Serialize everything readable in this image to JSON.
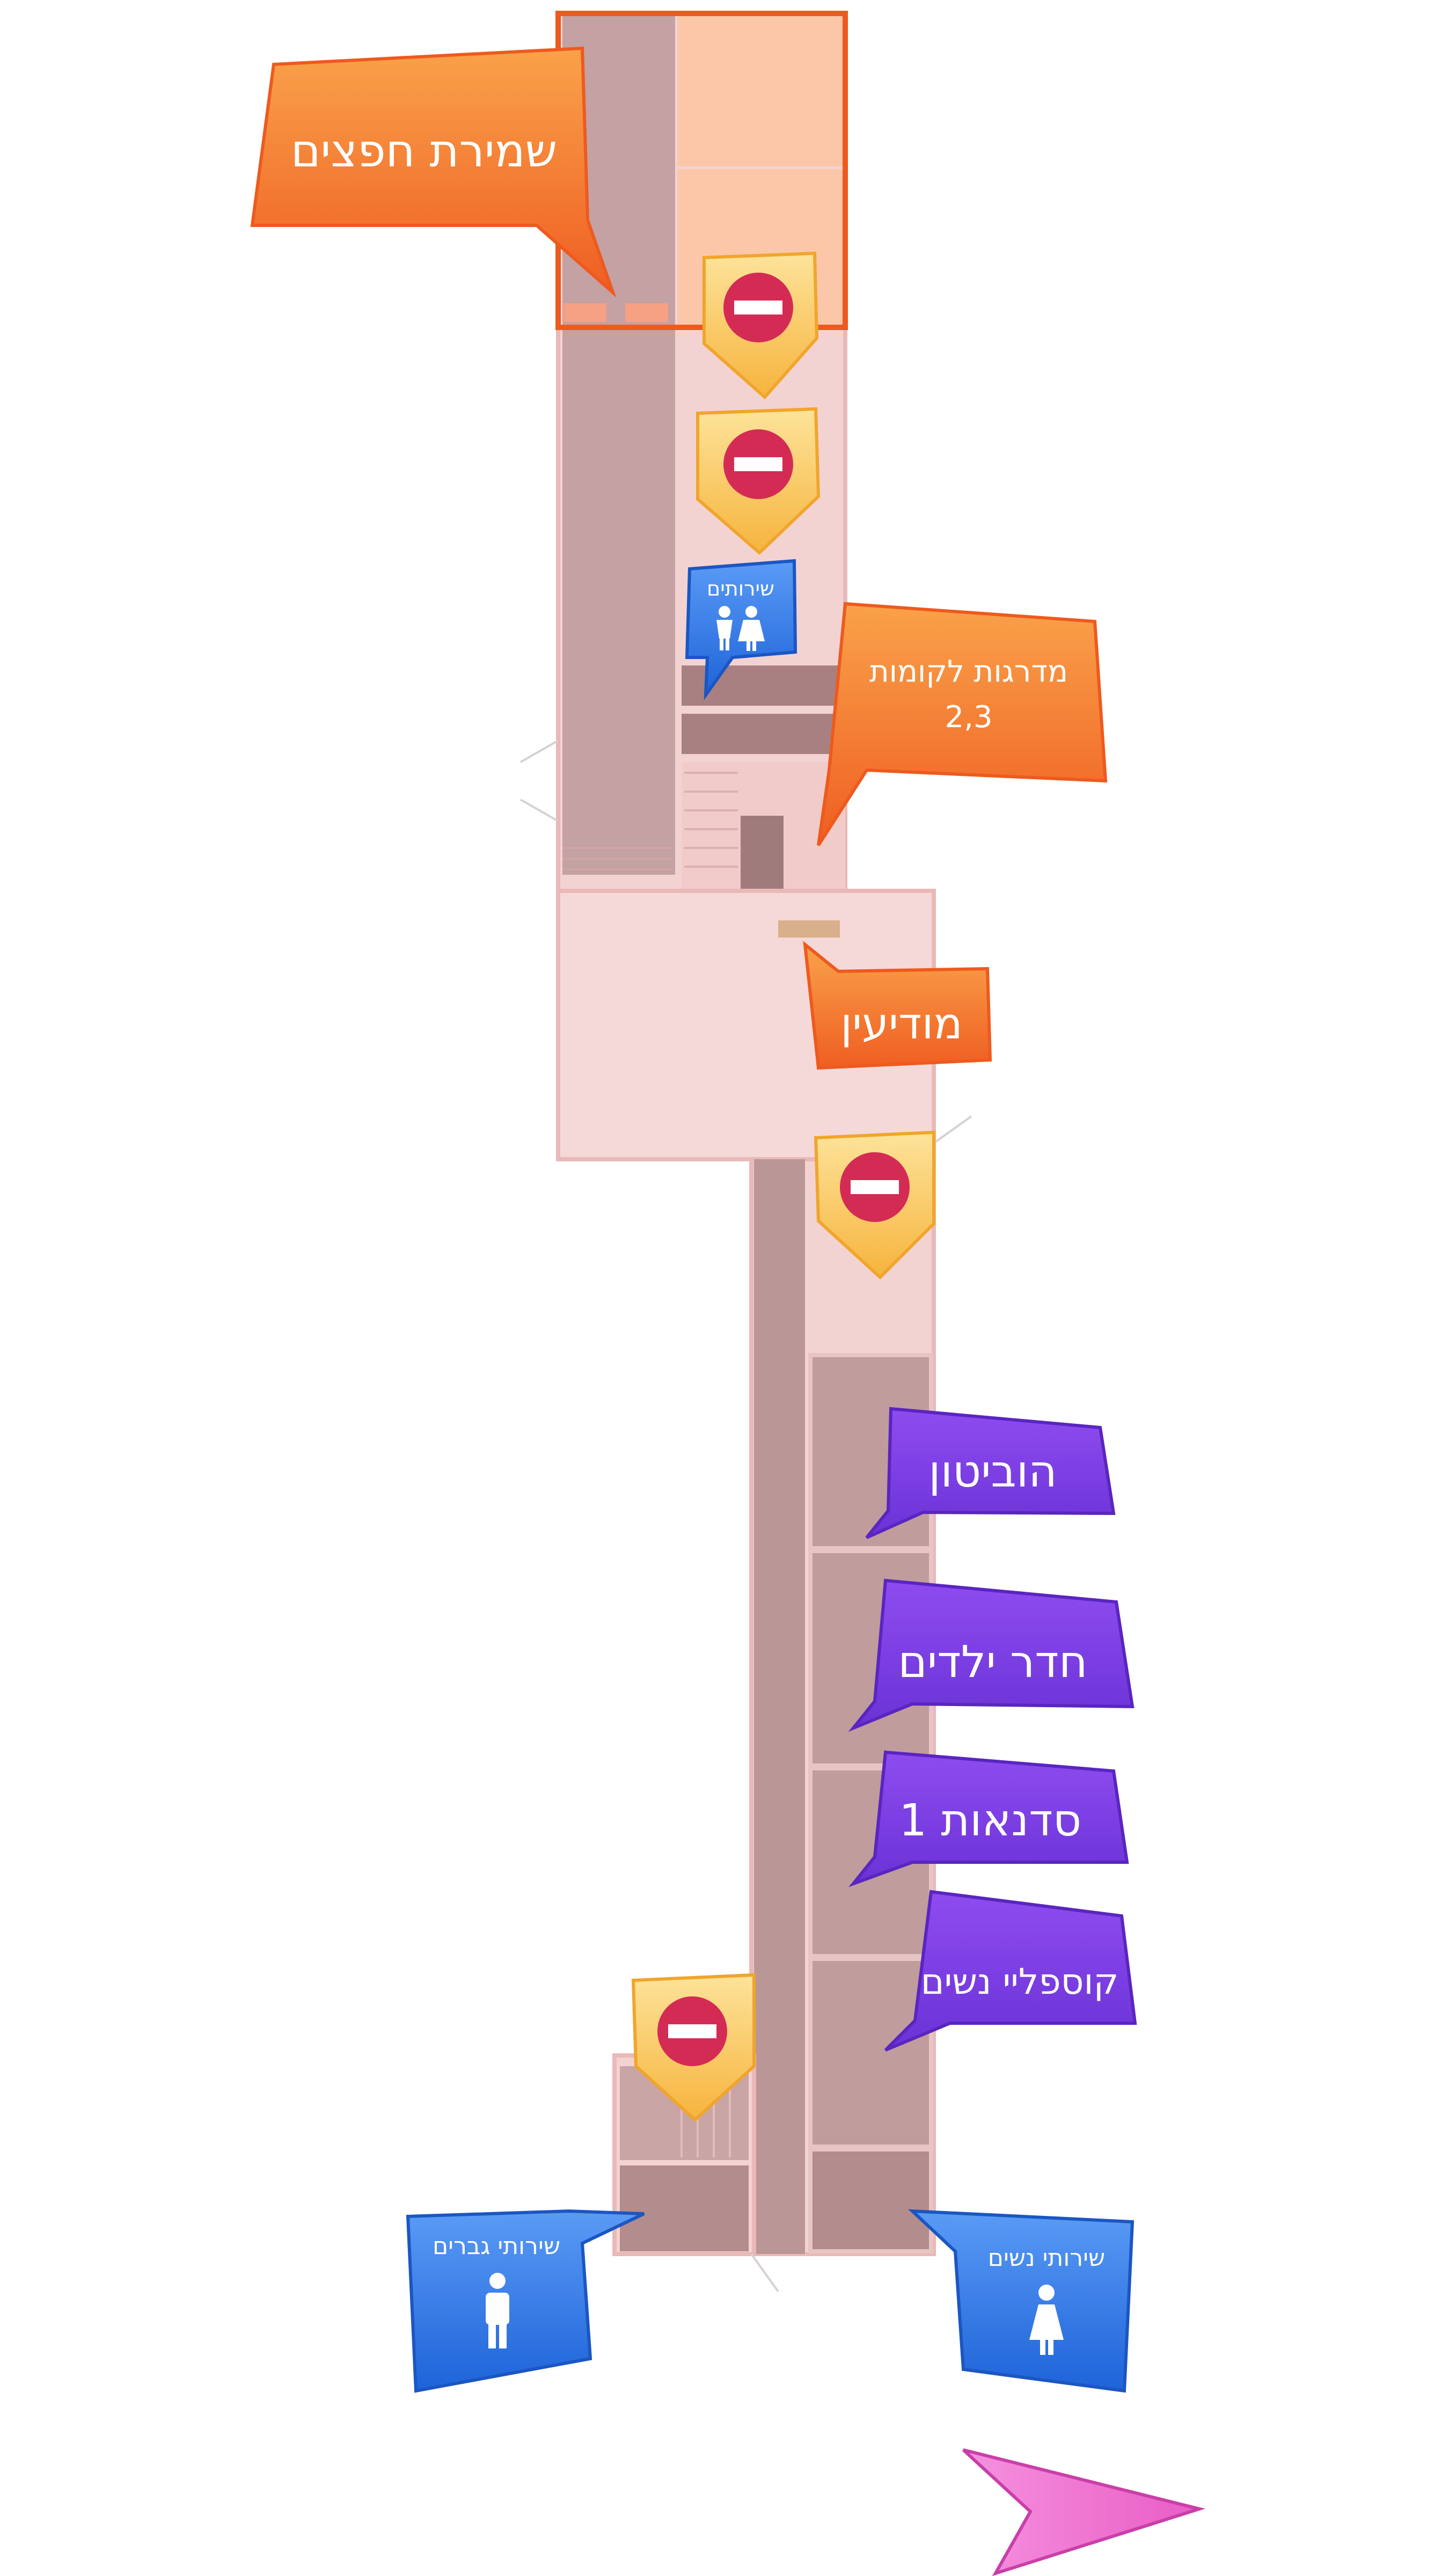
{
  "labels": {
    "luggage": "שמירת חפצים",
    "stairs_line1": "מדרגות לקומות",
    "stairs_line2": "2,3",
    "info": "מודיעין",
    "habiton": "הוביטון",
    "kids_room": "חדר ילדים",
    "workshops": "סדנאות 1",
    "cosplay_women": "קוספליי נשים"
  },
  "restrooms": {
    "general": "שירותים",
    "men": "שירותי גברים",
    "women": "שירותי נשים"
  },
  "icons": {
    "no_entry": "no-entry-icon",
    "restroom_pair": "restroom-pair-icon",
    "man": "man-icon",
    "woman": "woman-icon",
    "direction": "direction-arrow-icon"
  },
  "colors": {
    "orange": "#f97a2e",
    "orange_dark": "#ee5a1e",
    "purple": "#7b3fe0",
    "blue": "#2f7ae8",
    "no_entry_red": "#d42b55",
    "marker_yellow": "#f9c555",
    "arrow_pink": "#f07ad3",
    "floor_light": "#f7d8d6",
    "floor_dark": "#b89192"
  }
}
